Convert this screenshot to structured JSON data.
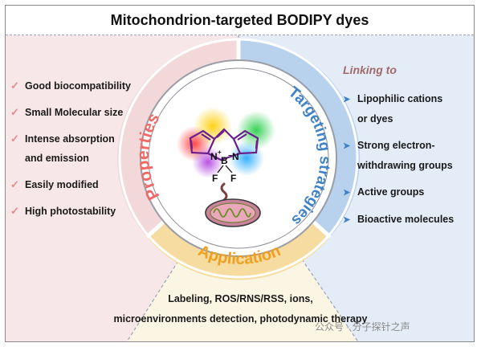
{
  "title": "Mitochondrion-targeted BODIPY dyes",
  "ring_labels": {
    "properties": "Properties",
    "targeting": "Targeting strategies",
    "application": "Application"
  },
  "properties": [
    "Good biocompatibility",
    "Small Molecular size",
    "Intense absorption",
    "and emission",
    "Easily modified",
    "High photostability"
  ],
  "linking_to": "Linking to",
  "strategies": [
    "Lipophilic cations",
    "or dyes",
    "Strong electron-",
    "withdrawing groups",
    "Active groups",
    "Bioactive molecules"
  ],
  "application_text": [
    "Labeling, ROS/RNS/RSS, ions,",
    "microenvironments detection, photodynamic therapy"
  ],
  "molecule_atoms": {
    "n_left": "N",
    "plus": "+",
    "b": "B",
    "minus": "−",
    "n_right": "N",
    "f_left": "F",
    "f_right": "F"
  },
  "watermark": "公众号 · 分子探针之声",
  "colors": {
    "properties_panel": "#f7e7e8",
    "strategies_panel": "#e3ecf7",
    "application_panel": "#fbf6e4",
    "ring_red": "#f3d8da",
    "ring_blue": "#b8d2ee",
    "ring_yellow": "#f6dca0",
    "properties_text": "#ef6a66",
    "targeting_text": "#3f82c7",
    "application_text": "#f0a020",
    "pyrrole_purple": "#6a1f8a"
  }
}
